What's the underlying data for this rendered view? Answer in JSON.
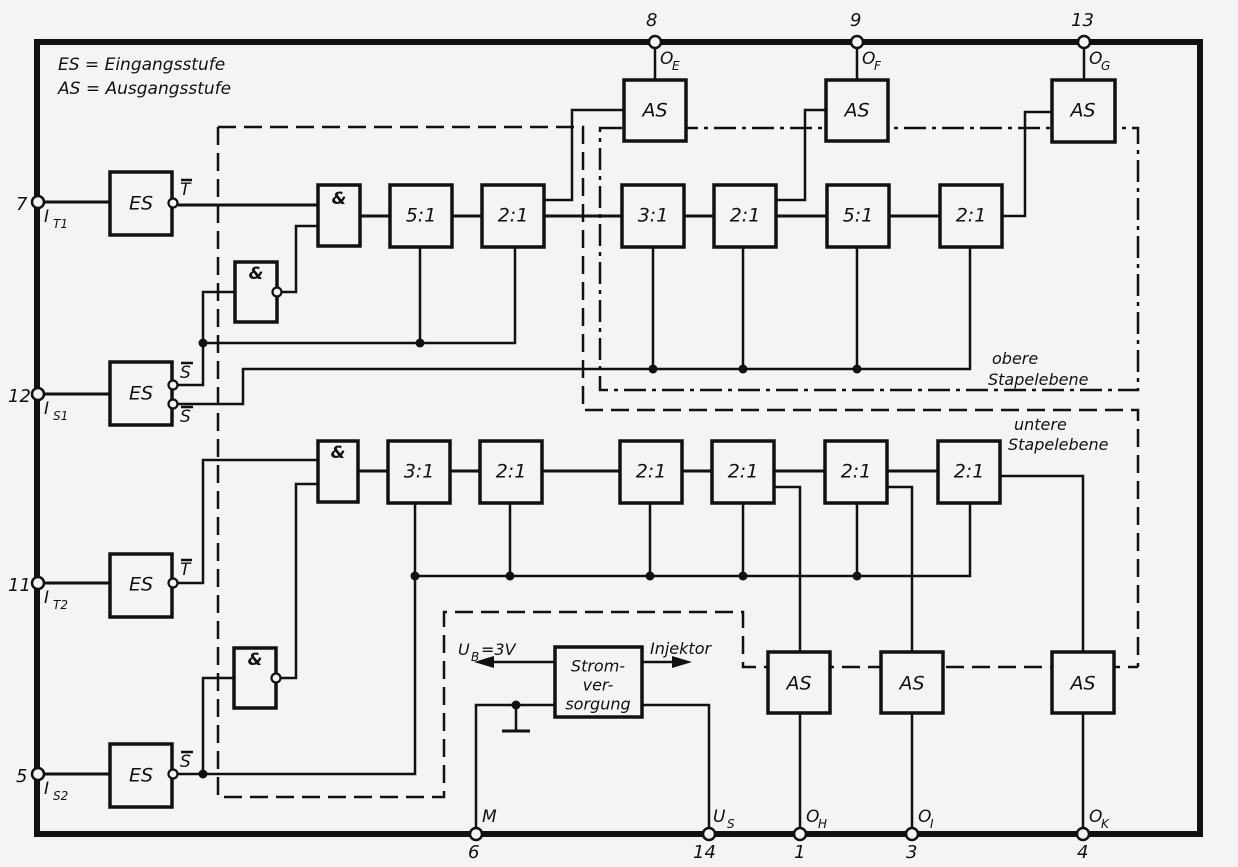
{
  "legend": {
    "es": "ES = Eingangsstufe",
    "as": "AS = Ausgangsstufe"
  },
  "blocks": {
    "es": "ES",
    "as": "AS",
    "and": "&",
    "r51": "5:1",
    "r21": "2:1",
    "r31": "3:1",
    "power_l1": "Strom-",
    "power_l2": "ver-",
    "power_l3": "sorgung"
  },
  "signals": {
    "t_bar": "T",
    "s_bar": "S"
  },
  "pins": {
    "p7": "7",
    "p12": "12",
    "p11": "11",
    "p5": "5",
    "p8": "8",
    "p9": "9",
    "p13": "13",
    "p6": "6",
    "p14": "14",
    "p1": "1",
    "p3": "3",
    "p4": "4"
  },
  "pin_labels": {
    "I": "I",
    "O": "O",
    "U": "U",
    "T1": "T1",
    "S1": "S1",
    "T2": "T2",
    "S2": "S2",
    "E": "E",
    "F": "F",
    "G": "G",
    "H": "H",
    "Isub": "I",
    "K": "K",
    "S": "S",
    "B": "B",
    "M": "M"
  },
  "notes": {
    "obere_1": "obere",
    "obere_2": "Stapelebene",
    "untere_1": "untere",
    "untere_2": "Stapelebene",
    "ub": "=3V",
    "injektor": "Injektor"
  }
}
